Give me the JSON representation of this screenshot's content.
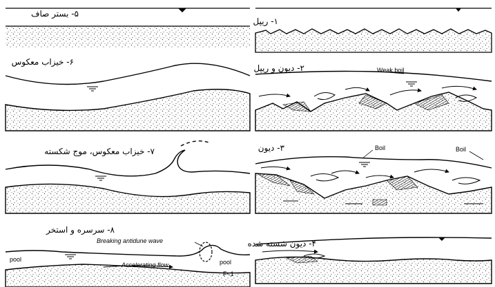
{
  "panels": [
    {
      "id": "p1",
      "label": "۱- ریپل"
    },
    {
      "id": "p2",
      "label": "۲- دیون و ریپل",
      "annotations": [
        "Weak boil"
      ]
    },
    {
      "id": "p3",
      "label": "۳- دیون",
      "annotations": [
        "Boil",
        "Boil"
      ]
    },
    {
      "id": "p4",
      "label": "۴- دیون شسته شده"
    },
    {
      "id": "p5",
      "label": "۵- بستر صاف"
    },
    {
      "id": "p6",
      "label": "۶- خیزاب معکوس"
    },
    {
      "id": "p7",
      "label": "۷- خیزاب معکوس، موج شکسته"
    },
    {
      "id": "p8",
      "label": "۸- سرسره و استخر",
      "annotations": [
        "Breaking antidune wave",
        "pool",
        "pool",
        "Accelerating flow",
        "F<1"
      ]
    }
  ],
  "colors": {
    "ink": "#000000",
    "sand_dot": "#555555",
    "background": "#ffffff"
  }
}
